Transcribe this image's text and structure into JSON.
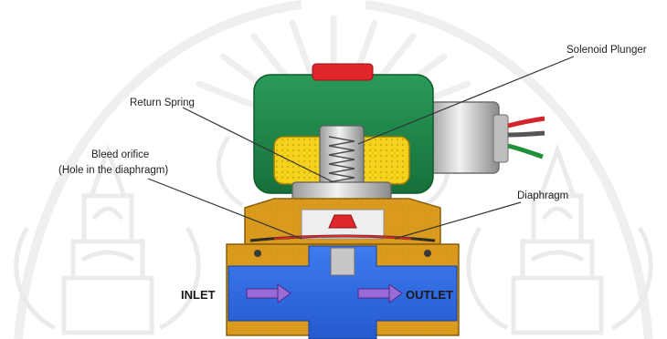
{
  "labels": {
    "solenoid_plunger": "Solenoid Plunger",
    "return_spring": "Return Spring",
    "bleed_orifice_line1": "Bleed orifice",
    "bleed_orifice_line2": "(Hole in the diaphragm)",
    "diaphragm": "Diaphragm",
    "inlet": "INLET",
    "outlet": "OUTLET"
  },
  "colors": {
    "coil_green": "#1f8a4c",
    "yoke_yellow": "#f3d21c",
    "brass": "#d99a1e",
    "fluid_blue": "#2f6ee6",
    "knob_red": "#e0262a",
    "watermark": "#e6e6e6"
  },
  "watermark": {
    "description": "faint ornamental temple emblems and radiating lines behind the valve"
  }
}
